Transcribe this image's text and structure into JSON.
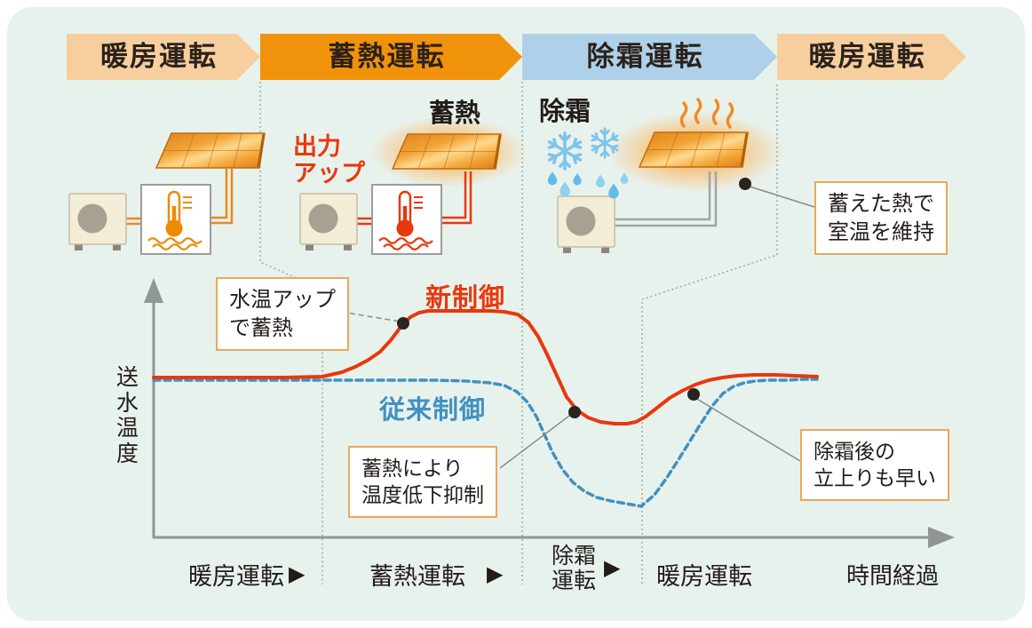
{
  "figure": {
    "background_color": "#e8f2ed",
    "banners": [
      {
        "label": "暖房運転",
        "color": "#f7cf9f"
      },
      {
        "label": "蓄熱運転",
        "color": "#f0930b"
      },
      {
        "label": "除霜運転",
        "color": "#aed0e8"
      },
      {
        "label": "暖房運転",
        "color": "#f7cf9f"
      }
    ],
    "scene_labels": {
      "storage": "蓄熱",
      "defrost": "除霜",
      "output_up": "出力\nアップ"
    },
    "callouts": {
      "c1": "水温アップ\nで蓄熱",
      "c2": "蓄熱により\n温度低下抑制",
      "c3": "除霜後の\n立上りも早い",
      "c4": "蓄えた熱で\n室温を維持"
    },
    "icon_colors": {
      "pipe_heating": "#e8891f",
      "pipe_storage": "#e8380d",
      "pipe_defrost": "#9fa6a4",
      "snowflake": "#7fc4e9",
      "heat_wave": "#ef8a1f",
      "callout_border": "#eba75a"
    }
  },
  "chart_data": {
    "type": "line",
    "title": "",
    "xlabel": "時間経過",
    "ylabel": "送水温度",
    "grid": false,
    "axes_numeric": false,
    "phases": [
      {
        "label": "暖房運転",
        "arrow": "▶"
      },
      {
        "label": "蓄熱運転",
        "arrow": "▶"
      },
      {
        "label": "除霜\n運転",
        "arrow": "▶"
      },
      {
        "label": "暖房運転",
        "arrow": ""
      }
    ],
    "series": [
      {
        "name": "新制御",
        "color": "#e8380d",
        "style": "solid",
        "points": [
          [
            173,
            425
          ],
          [
            250,
            425
          ],
          [
            320,
            425
          ],
          [
            363,
            424
          ],
          [
            385,
            419
          ],
          [
            400,
            413
          ],
          [
            415,
            405
          ],
          [
            428,
            396
          ],
          [
            440,
            383
          ],
          [
            452,
            367
          ],
          [
            462,
            357
          ],
          [
            472,
            352
          ],
          [
            482,
            350
          ],
          [
            520,
            350
          ],
          [
            552,
            350
          ],
          [
            568,
            351
          ],
          [
            583,
            354
          ],
          [
            595,
            363
          ],
          [
            606,
            379
          ],
          [
            616,
            399
          ],
          [
            627,
            423
          ],
          [
            638,
            447
          ],
          [
            650,
            462
          ],
          [
            662,
            470
          ],
          [
            676,
            475
          ],
          [
            692,
            477
          ],
          [
            706,
            477
          ],
          [
            716,
            475
          ],
          [
            727,
            469
          ],
          [
            740,
            459
          ],
          [
            754,
            448
          ],
          [
            768,
            440
          ],
          [
            783,
            433
          ],
          [
            798,
            428
          ],
          [
            814,
            425
          ],
          [
            830,
            423
          ],
          [
            850,
            422
          ],
          [
            872,
            422
          ],
          [
            895,
            423
          ],
          [
            920,
            424
          ]
        ]
      },
      {
        "name": "従来制御",
        "color": "#4191c1",
        "style": "dashed",
        "points": [
          [
            173,
            428
          ],
          [
            250,
            428
          ],
          [
            330,
            428
          ],
          [
            363,
            428
          ],
          [
            430,
            428
          ],
          [
            490,
            428
          ],
          [
            525,
            429
          ],
          [
            552,
            431
          ],
          [
            568,
            434
          ],
          [
            582,
            441
          ],
          [
            594,
            453
          ],
          [
            604,
            469
          ],
          [
            613,
            489
          ],
          [
            622,
            509
          ],
          [
            633,
            528
          ],
          [
            645,
            543
          ],
          [
            658,
            553
          ],
          [
            672,
            560
          ],
          [
            688,
            564
          ],
          [
            705,
            567
          ],
          [
            722,
            570
          ],
          [
            737,
            557
          ],
          [
            750,
            539
          ],
          [
            763,
            519
          ],
          [
            776,
            498
          ],
          [
            789,
            477
          ],
          [
            802,
            457
          ],
          [
            814,
            443
          ],
          [
            826,
            435
          ],
          [
            838,
            431
          ],
          [
            850,
            429
          ],
          [
            865,
            428
          ],
          [
            885,
            428
          ],
          [
            905,
            427
          ],
          [
            920,
            427
          ]
        ]
      }
    ],
    "markers": [
      [
        454,
        364
      ],
      [
        647,
        464
      ],
      [
        781,
        444
      ],
      [
        839,
        207
      ]
    ],
    "annotations": [
      {
        "text": "水温アップ\nで蓄熱",
        "target_point": [
          454,
          364
        ]
      },
      {
        "text": "蓄熱により\n温度低下抑制",
        "target_point": [
          647,
          464
        ]
      },
      {
        "text": "除霜後の\n立上りも早い",
        "target_point": [
          781,
          444
        ]
      },
      {
        "text": "蓄えた熱で\n室温を維持",
        "target_point": [
          839,
          207
        ]
      }
    ]
  }
}
